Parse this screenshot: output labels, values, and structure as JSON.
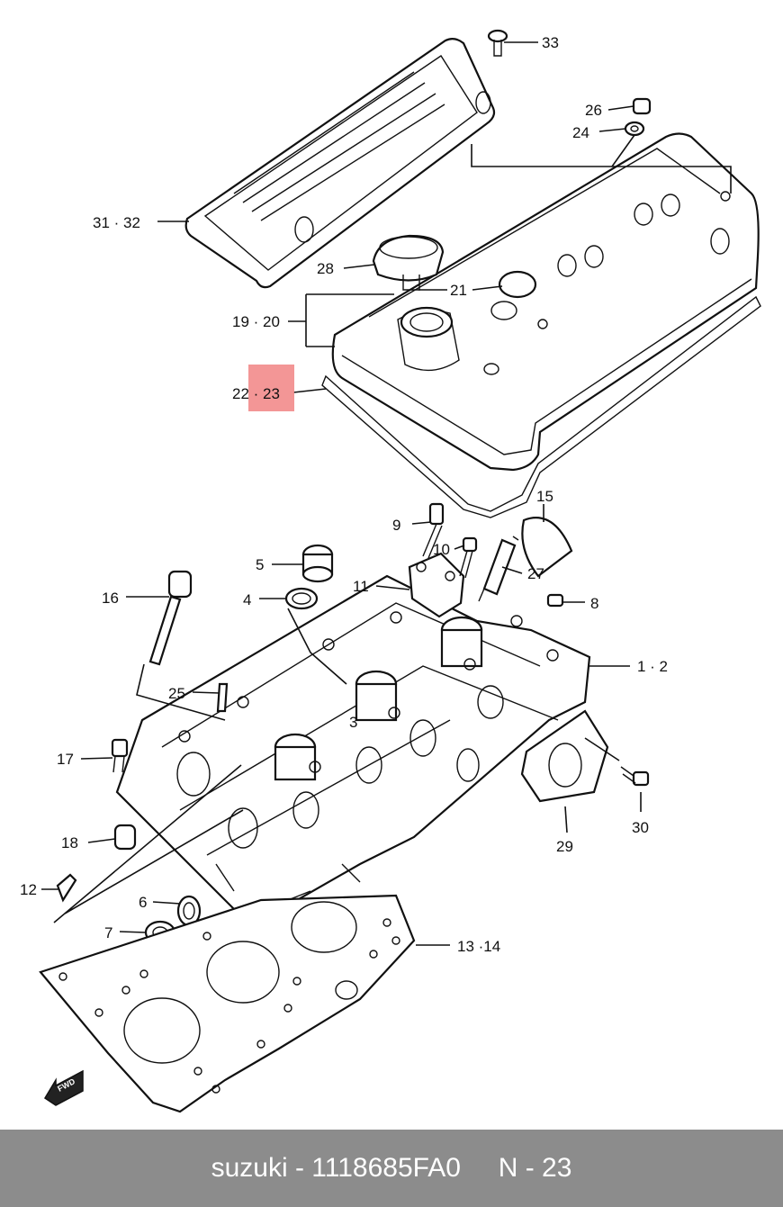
{
  "colors": {
    "highlight": "#f28b8b",
    "footer_bg": "#8c8c8c",
    "footer_text": "#ffffff"
  },
  "callouts": [
    {
      "id": "33",
      "text": "33"
    },
    {
      "id": "26",
      "text": "26"
    },
    {
      "id": "24",
      "text": "24"
    },
    {
      "id": "31-32",
      "text": "31 · 32"
    },
    {
      "id": "28",
      "text": "28"
    },
    {
      "id": "21",
      "text": "21"
    },
    {
      "id": "19-20",
      "text": "19 · 20"
    },
    {
      "id": "22-23",
      "text": "22 · 23"
    },
    {
      "id": "15",
      "text": "15"
    },
    {
      "id": "9",
      "text": "9"
    },
    {
      "id": "10",
      "text": "10"
    },
    {
      "id": "27",
      "text": "27"
    },
    {
      "id": "5",
      "text": "5"
    },
    {
      "id": "16",
      "text": "16"
    },
    {
      "id": "11",
      "text": "11"
    },
    {
      "id": "4",
      "text": "4"
    },
    {
      "id": "8",
      "text": "8"
    },
    {
      "id": "1-2",
      "text": "1 · 2"
    },
    {
      "id": "25",
      "text": "25"
    },
    {
      "id": "3",
      "text": "3"
    },
    {
      "id": "17",
      "text": "17"
    },
    {
      "id": "30",
      "text": "30"
    },
    {
      "id": "18",
      "text": "18"
    },
    {
      "id": "29",
      "text": "29"
    },
    {
      "id": "12",
      "text": "12"
    },
    {
      "id": "6",
      "text": "6"
    },
    {
      "id": "7",
      "text": "7"
    },
    {
      "id": "13-14",
      "text": "13 ·14"
    }
  ],
  "fwd_badge": "FWD",
  "footer": {
    "part_text": "suzuki - 1118685FA0",
    "ref_text": "N - 23"
  }
}
